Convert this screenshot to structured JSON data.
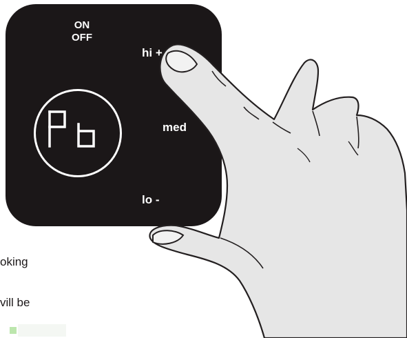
{
  "panel": {
    "power_label_on": "ON",
    "power_label_off": "OFF",
    "hi_label": "hi +",
    "med_label": "med",
    "lo_label": "lo -",
    "display_text": "Pb"
  },
  "side_text": {
    "line1": "oking",
    "line2": "vill be"
  },
  "colors": {
    "panel_bg": "#1b1718",
    "panel_text": "#ffffff",
    "hand_fill": "#e6e6e6",
    "hand_stroke": "#231f20"
  }
}
